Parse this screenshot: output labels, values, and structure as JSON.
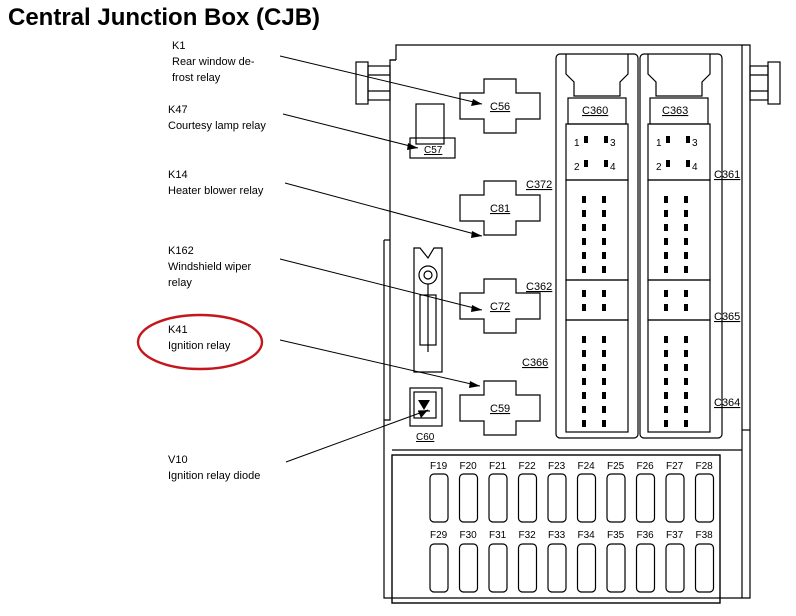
{
  "title": "Central Junction Box (CJB)",
  "callouts": [
    {
      "code": "K1",
      "desc_lines": [
        "Rear window de-",
        "frost relay"
      ]
    },
    {
      "code": "K47",
      "desc_lines": [
        "Courtesy lamp relay"
      ]
    },
    {
      "code": "K14",
      "desc_lines": [
        "Heater blower relay"
      ]
    },
    {
      "code": "K162",
      "desc_lines": [
        "Windshield wiper",
        "relay"
      ]
    },
    {
      "code": "K41",
      "desc_lines": [
        "Ignition relay"
      ]
    },
    {
      "code": "V10",
      "desc_lines": [
        "Ignition relay diode"
      ]
    }
  ],
  "highlighted_callout": "K41",
  "highlight_color": "#c4161c",
  "relay_sockets": [
    "C56",
    "C81",
    "C72",
    "C59"
  ],
  "small_sockets": [
    "C57",
    "C60"
  ],
  "connector_blocks": [
    "C360",
    "C363"
  ],
  "connector_labels": [
    "C372",
    "C362",
    "C366",
    "C361",
    "C365",
    "C364"
  ],
  "pin_numbers": [
    "1",
    "2",
    "3",
    "4"
  ],
  "fuses_top_row": [
    "F19",
    "F20",
    "F21",
    "F22",
    "F23",
    "F24",
    "F25",
    "F26",
    "F27",
    "F28"
  ],
  "fuses_bottom_row": [
    "F29",
    "F30",
    "F31",
    "F32",
    "F33",
    "F34",
    "F35",
    "F36",
    "F37",
    "F38"
  ]
}
